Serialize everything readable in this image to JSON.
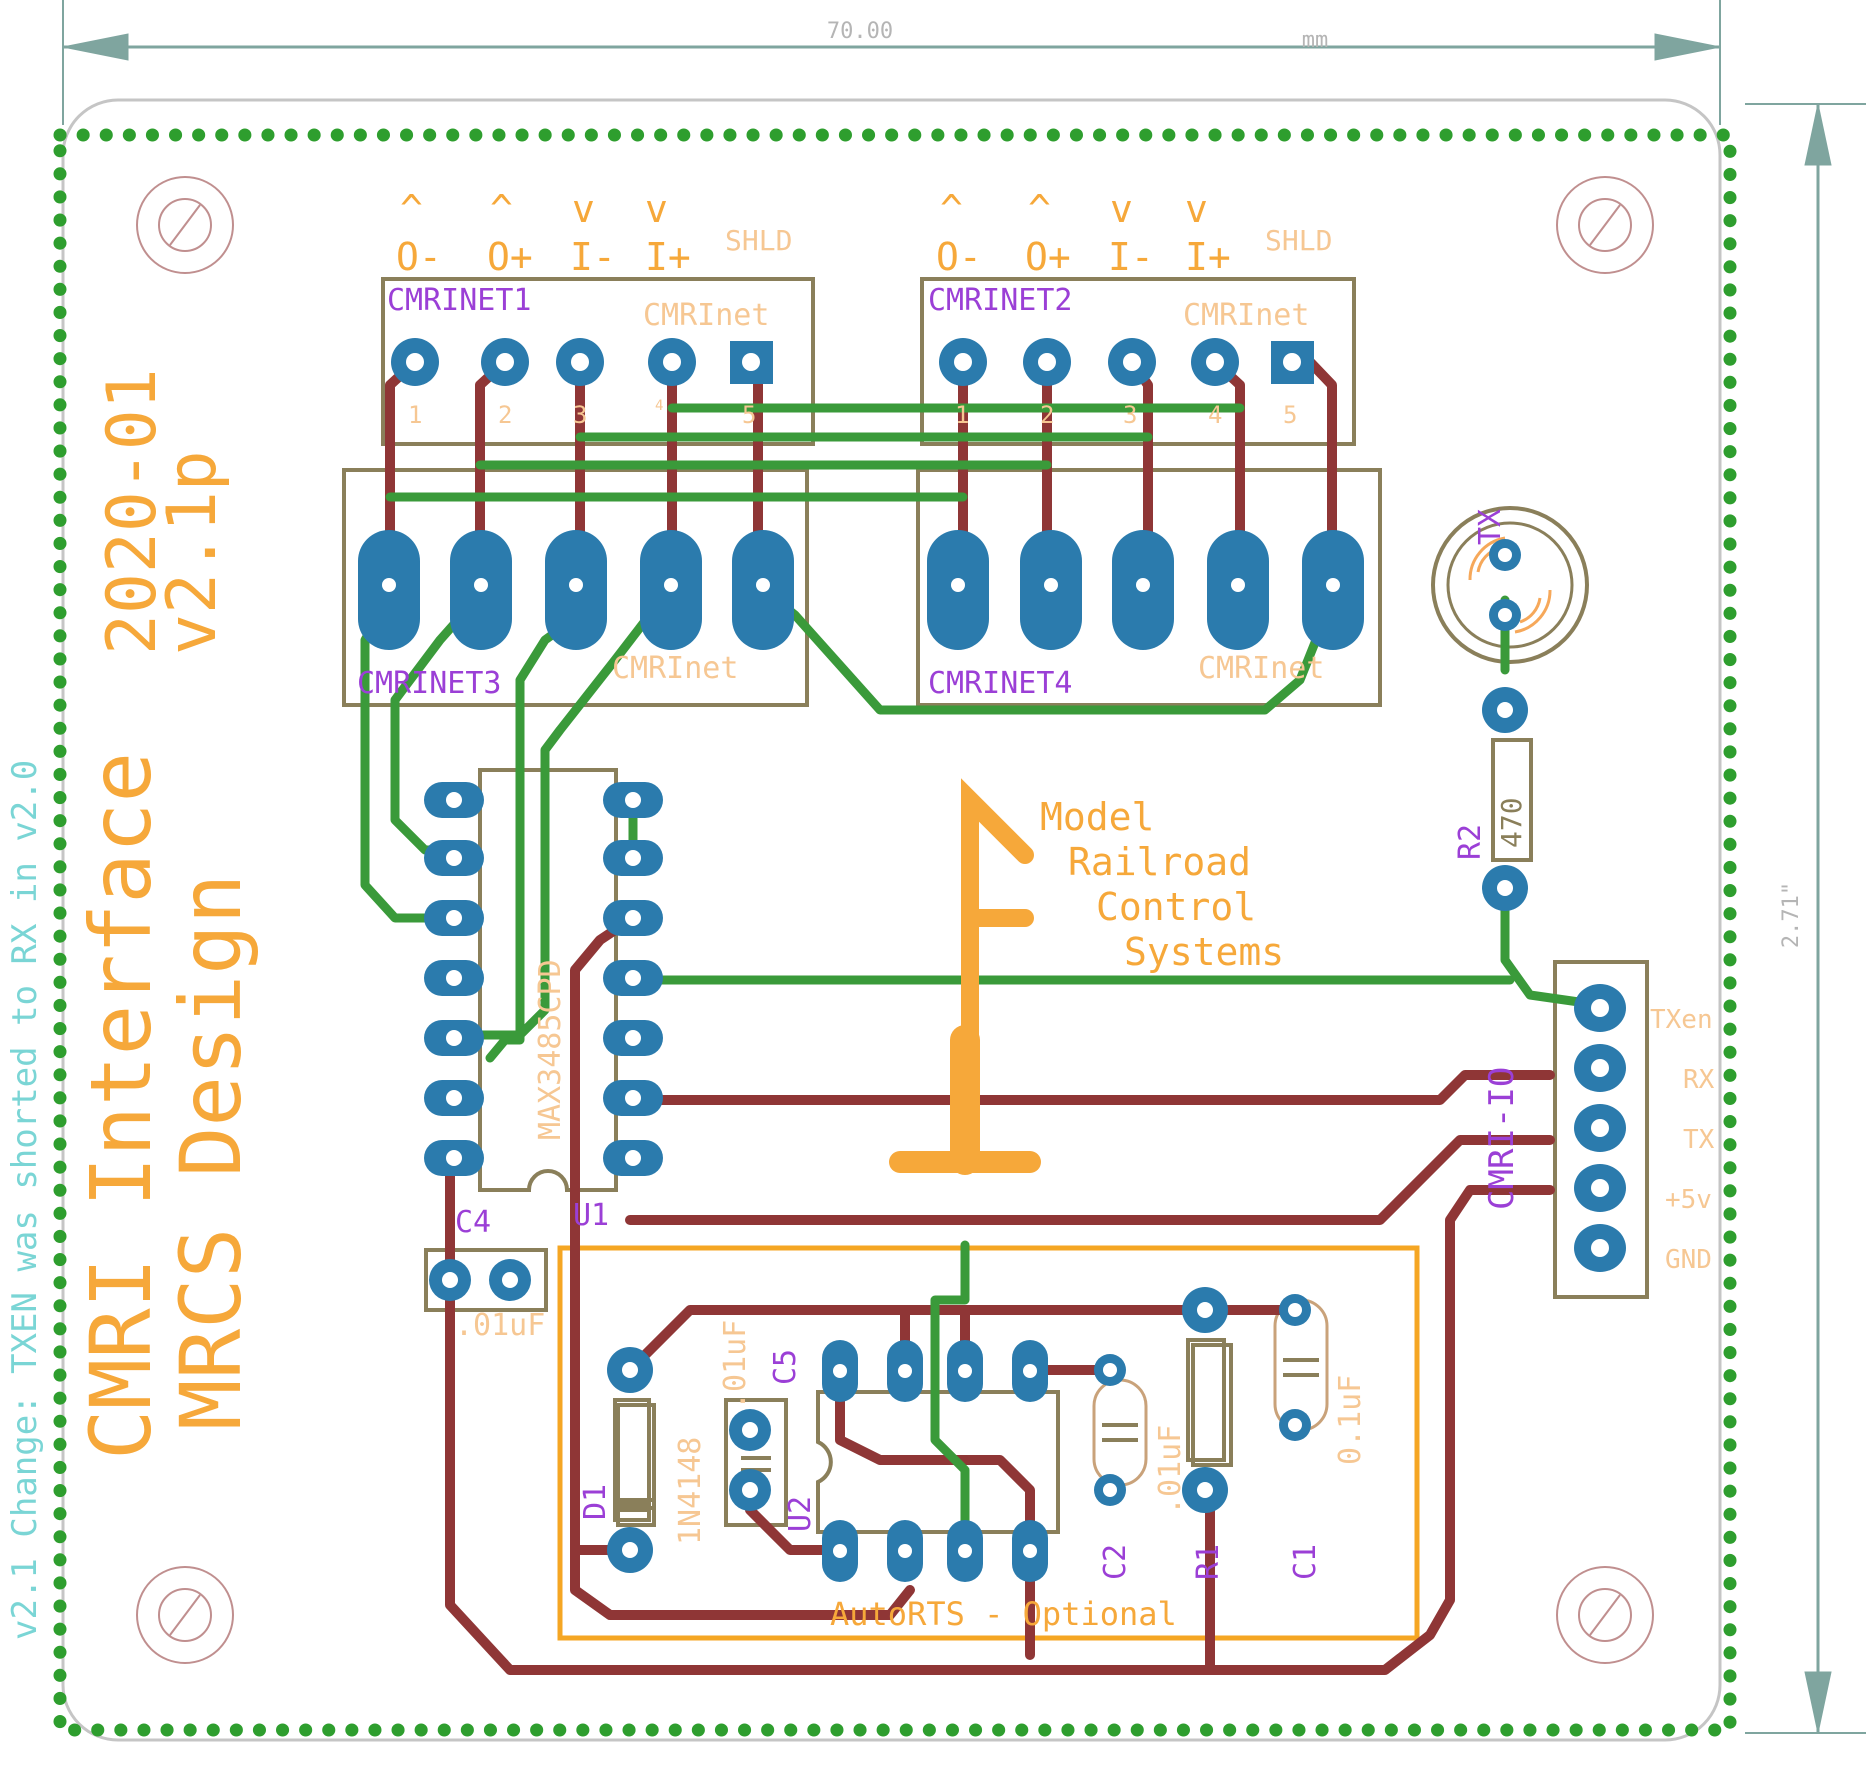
{
  "dimensions": {
    "width_label": "70.00",
    "unit_label": "mm",
    "height_label": "2.71\""
  },
  "title": {
    "line1": "CMRI Interface",
    "line2": "MRCS Design",
    "date": "2020-01",
    "version": "v2.1p"
  },
  "change_note": "v2.1 Change: TXEN was shorted to RX in v2.0",
  "logo_text": [
    "Model",
    "Railroad",
    "Control",
    "Systems"
  ],
  "terminal_labels": {
    "arrows_up": "^",
    "arrows_down": "v",
    "signals": [
      "O-",
      "O+",
      "I-",
      "I+"
    ],
    "shield": "SHLD"
  },
  "connectors": {
    "cmrinet1": {
      "name": "CMRINET1",
      "value": "CMRInet",
      "pins": [
        "1",
        "2",
        "3",
        "4",
        "5"
      ]
    },
    "cmrinet2": {
      "name": "CMRINET2",
      "value": "CMRInet",
      "pins": [
        "1",
        "2",
        "3",
        "4",
        "5"
      ]
    },
    "cmrinet3": {
      "name": "CMRINET3",
      "value": "CMRInet"
    },
    "cmrinet4": {
      "name": "CMRINET4",
      "value": "CMRInet"
    },
    "cmri_io": {
      "name": "CMRI-IO",
      "pins": [
        "TXen",
        "RX",
        "TX",
        "+5v",
        "GND"
      ]
    }
  },
  "parts": {
    "u1": {
      "name": "U1",
      "value": "MAX3485CPD"
    },
    "u2": {
      "name": "U2"
    },
    "c1": {
      "name": "C1",
      "value": "0.1uF"
    },
    "c2": {
      "name": "C2",
      "value": ".01uF"
    },
    "c4": {
      "name": "C4",
      "value": ".01uF"
    },
    "c5": {
      "name": "C5",
      "value": ".01uF"
    },
    "d1": {
      "name": "D1",
      "value": "1N4148"
    },
    "r1": {
      "name": "R1"
    },
    "r2": {
      "name": "R2",
      "value": "470"
    },
    "tx_led": {
      "name": "TX"
    }
  },
  "autorts_label": "AutoRTS - Optional",
  "colors": {
    "board_outline": "#b9b9b9",
    "ground_pour": "#2e9e2e",
    "bottom_trace": "#8f3636",
    "top_trace": "#3a9a3a",
    "pad": "#2b7bad",
    "silkscreen_orange": "#f5a623",
    "silkscreen_light": "#f6c793",
    "part_name": "#9b3fd6",
    "package_outline": "#8a7f5a",
    "note_cyan": "#7ad5d5"
  }
}
